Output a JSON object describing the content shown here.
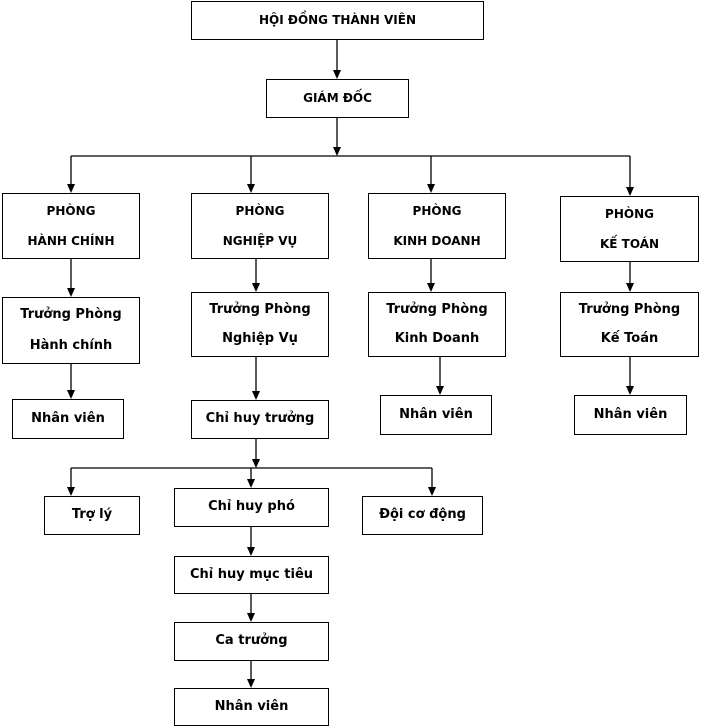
{
  "nodes": {
    "hoi_dong": {
      "lines": [
        "HỘI ĐỒNG THÀNH VIÊN"
      ]
    },
    "giam_doc": {
      "lines": [
        "GIÁM ĐỐC"
      ]
    },
    "phong_hc": {
      "lines": [
        "PHÒNG",
        "HÀNH CHÍNH"
      ]
    },
    "phong_nv": {
      "lines": [
        "PHÒNG",
        "NGHIỆP VỤ"
      ]
    },
    "phong_kd": {
      "lines": [
        "PHÒNG",
        "KINH DOANH"
      ]
    },
    "phong_kt": {
      "lines": [
        "PHÒNG",
        "KẾ TOÁN"
      ]
    },
    "tp_hc": {
      "lines": [
        "Trưởng Phòng",
        "Hành chính"
      ]
    },
    "tp_nv": {
      "lines": [
        "Trưởng Phòng",
        "Nghiệp Vụ"
      ]
    },
    "tp_kd": {
      "lines": [
        "Trưởng Phòng",
        "Kinh Doanh"
      ]
    },
    "tp_kt": {
      "lines": [
        "Trưởng Phòng",
        "Kế Toán"
      ]
    },
    "nv_hc": {
      "lines": [
        "Nhân viên"
      ]
    },
    "nv_kd": {
      "lines": [
        "Nhân viên"
      ]
    },
    "nv_kt": {
      "lines": [
        "Nhân viên"
      ]
    },
    "chi_huy_truong": {
      "lines": [
        "Chỉ huy trưởng"
      ]
    },
    "tro_ly": {
      "lines": [
        "Trợ lý"
      ]
    },
    "chi_huy_pho": {
      "lines": [
        "Chỉ huy phó"
      ]
    },
    "doi_co_dong": {
      "lines": [
        "Đội cơ động"
      ]
    },
    "chi_huy_muc_tieu": {
      "lines": [
        "Chỉ huy mục tiêu"
      ]
    },
    "ca_truong": {
      "lines": [
        "Ca trưởng"
      ]
    },
    "nv_bottom": {
      "lines": [
        "Nhân viên"
      ]
    }
  }
}
